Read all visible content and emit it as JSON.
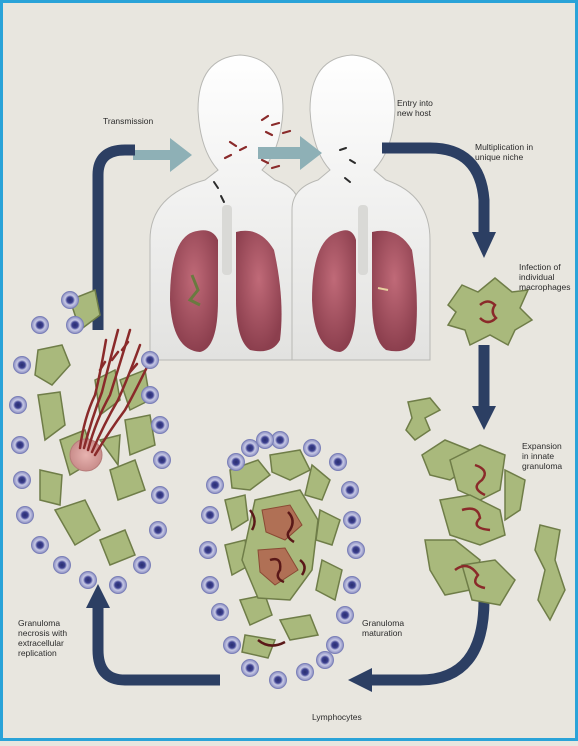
{
  "labels": {
    "transmission": "Transmission",
    "entry": "Entry into\nnew host",
    "multiplication": "Multiplication in\nunique niche",
    "infection": "Infection of\nindividual\nmacrophages",
    "expansion": "Expansion\nin innate\ngranuloma",
    "granuloma_maturation": "Granuloma\nmaturation",
    "lymphocytes": "Lymphocytes",
    "necrosis": "Granuloma\nnecrosis with\nextracellular\nreplication"
  },
  "colors": {
    "border": "#2aa3d8",
    "background": "#e8e6df",
    "cycle_arrow": "#2c3f63",
    "transmission_arrow": "#8eb0b6",
    "lung": "#a85565",
    "macrophage": "#a9b97c",
    "bacteria": "#8a2a2a",
    "lymphocyte": "#6a6fb2"
  }
}
